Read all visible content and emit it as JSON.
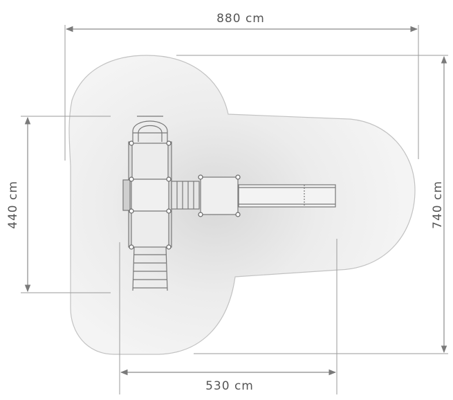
{
  "dimensions": {
    "overall_width": "880 cm",
    "overall_depth": "740 cm",
    "left_height": "440 cm",
    "bottom_width": "530 cm"
  },
  "colors": {
    "background": "#ffffff",
    "safety_zone_fill": "#f1f1f1",
    "safety_zone_stroke": "#c2c2c2",
    "dimension_line": "#8a8a8a",
    "structure": "#777777"
  }
}
